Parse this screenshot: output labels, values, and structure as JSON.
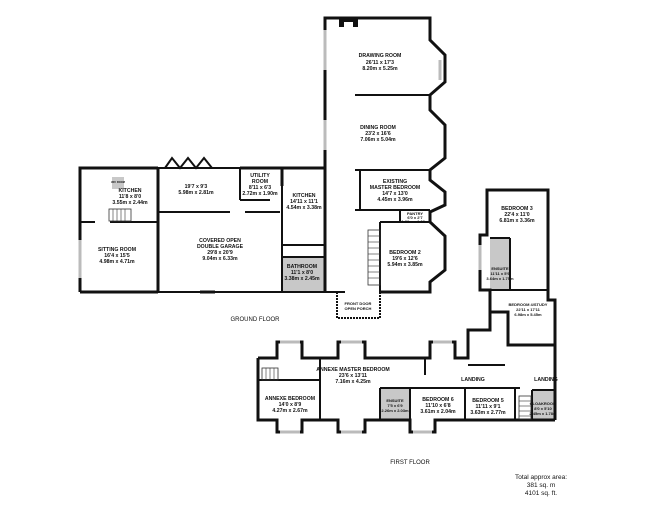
{
  "ground_floor": {
    "label": "GROUND FLOOR",
    "rooms": [
      {
        "name": "DRAWING ROOM",
        "imperial": "26'11 x 17'3",
        "metric": "8.20m x 5.25m"
      },
      {
        "name": "DINING ROOM",
        "imperial": "23'2 x 16'6",
        "metric": "7.06m x 5.04m"
      },
      {
        "name": "EXISTING",
        "name2": "MASTER BEDROOM",
        "imperial": "14'7 x 13'0",
        "metric": "4.45m x 3.96m"
      },
      {
        "name": "PANTRY",
        "imperial": "6'0 x 2'7",
        "metric": "1.82m x 1.09m"
      },
      {
        "name": "BEDROOM 2",
        "imperial": "19'6 x 12'6",
        "metric": "5.94m x 3.85m"
      },
      {
        "name": "KITCHEN",
        "imperial": "14'11 x 11'1",
        "metric": "4.54m x 3.38m"
      },
      {
        "name": "UTILITY",
        "name2": "ROOM",
        "imperial": "8'11 x 6'3",
        "metric": "2.72m x 1.90m"
      },
      {
        "name": "BATHROOM",
        "imperial": "11'1 x 8'0",
        "metric": "3.38m x 2.45m"
      },
      {
        "name": "COVERED OPEN",
        "name2": "DOUBLE GARAGE",
        "imperial": "29'8 x 20'9",
        "metric": "9.04m x 6.33m"
      },
      {
        "name": "",
        "imperial": "19'7 x 9'3",
        "metric": "5.98m x 2.81m"
      },
      {
        "name": "KITCHEN",
        "imperial": "11'8 x 8'0",
        "metric": "3.55m x 2.44m"
      },
      {
        "name": "SITTING ROOM",
        "imperial": "16'4 x 15'5",
        "metric": "4.98m x 4.71m"
      },
      {
        "name": "BEDROOM 3",
        "imperial": "22'4 x 11'0",
        "metric": "6.81m x 3.36m"
      },
      {
        "name": "ENSUITE",
        "imperial": "11'11 x 5'9",
        "metric": "3.64m x 1.75m"
      },
      {
        "name": "BEDROOM 4/STUDY",
        "imperial": "22'11 x 17'11",
        "metric": "6.98m x 5.45m"
      }
    ],
    "front_door": "FRONT DOOR",
    "open_porch": "OPEN PORCH",
    "wc_room": "W/C ROOM"
  },
  "first_floor": {
    "label": "FIRST FLOOR",
    "rooms": [
      {
        "name": "ANNEXE MASTER BEDROOM",
        "imperial": "23'6 x 13'11",
        "metric": "7.16m x 4.25m"
      },
      {
        "name": "ANNEXE BEDROOM",
        "imperial": "14'0 x 8'9",
        "metric": "4.27m x 2.67m"
      },
      {
        "name": "ENSUITE",
        "imperial": "7'5 x 6'9",
        "metric": "2.26m x 2.03m"
      },
      {
        "name": "BEDROOM 6",
        "imperial": "11'10 x 6'8",
        "metric": "3.61m x 2.04m"
      },
      {
        "name": "BEDROOM 5",
        "imperial": "11'11 x 9'1",
        "metric": "3.63m x 2.77m"
      },
      {
        "name": "CLOAKROOM",
        "imperial": "8'0 x 5'10",
        "metric": "2.45m x 1.78m"
      }
    ],
    "landing_1": "LANDING",
    "landing_2": "LANDING"
  },
  "total_area": {
    "label": "Total approx area:",
    "metric": "381 sq. m",
    "imperial": "4101 sq. ft."
  },
  "colors": {
    "wall": "#111111",
    "wet_room_fill": "#c8c8c8",
    "window": "#bbbbbb"
  }
}
